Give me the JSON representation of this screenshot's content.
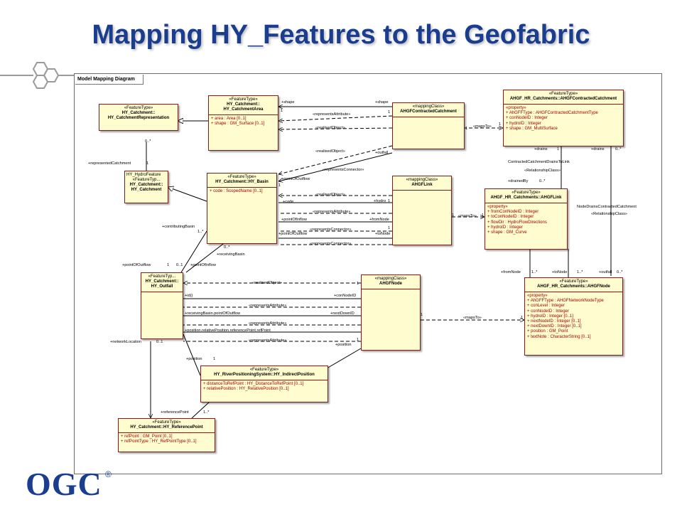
{
  "slide": {
    "title": "Mapping HY_Features to the Geofabric",
    "logo_text": "OGC",
    "registered": "®"
  },
  "diagram": {
    "frame_title": "Model Mapping Diagram",
    "classes": {
      "hy_catchment_representation": {
        "stereotype": "«FeatureType»",
        "name_lines": [
          "HY_Catchment::",
          "HY_CatchmentRepresentation"
        ],
        "attributes": []
      },
      "hy_catchment_area": {
        "stereotype": "«FeatureType»",
        "name_lines": [
          "HY_Catchment::",
          "HY_CatchmentArea"
        ],
        "attributes": [
          "+  area : Area [0..1]",
          "+  shape : GM_Surface [0..1]"
        ]
      },
      "ahgf_contracted_catchment": {
        "stereotype": "«mappingClass»",
        "name_lines": [
          "AHGFContractedCatchment"
        ],
        "attributes": []
      },
      "ahgf_contracted_catchment_type": {
        "stereotype": "«FeatureType»",
        "name_lines": [
          "AHGF_HR_Catchments::AHGFContractedCatchment"
        ],
        "section": "«property»",
        "attributes": [
          "+  AhGFFType : AHGFContractedCatchmentType",
          "+  conNodeID : Integer",
          "+  hydroID : Integer",
          "+  shape : GM_MultiSurface"
        ]
      },
      "hy_hydro_feature": {
        "stereotype": "HY_HydroFeature",
        "name_lines": [
          "«FeatureTyp...",
          "HY_Catchment::",
          "HY_Catchment"
        ],
        "attributes": []
      },
      "hy_basin": {
        "stereotype": "«FeatureType»",
        "name_lines": [
          "HY_Catchment::HY_Basin"
        ],
        "attributes": [
          "+  code : ScopedName [0..1]"
        ]
      },
      "ahgf_link": {
        "stereotype": "«mappingClass»",
        "name_lines": [
          "AHGFLink"
        ],
        "attributes": []
      },
      "ahgf_link_type": {
        "stereotype": "«FeatureType»",
        "name_lines": [
          "AHGF_HR_Catchments::AHGFLink"
        ],
        "section": "«property»",
        "attributes": [
          "+  fromConNodeID : Integer",
          "+  toConNodeID : Integer",
          "+  flowDir : HydroFlowDirections",
          "+  hydroID : Integer",
          "+  shape : GM_Curve"
        ]
      },
      "hy_outfall": {
        "stereotype": "«FeatureTyp...",
        "name_lines": [
          "HY_Catchment::",
          "HY_Outfall"
        ],
        "attributes": []
      },
      "ahgf_node": {
        "stereotype": "«mappingClass»",
        "name_lines": [
          "AHGFNode"
        ],
        "attributes": []
      },
      "ahgf_node_type": {
        "stereotype": "«FeatureType»",
        "name_lines": [
          "AHGF_HR_Catchments::AHGFNode"
        ],
        "section": "«property»",
        "attributes": [
          "+  AhGFFType : AHGFNetworkNodeType",
          "+  conLevel : Integer",
          "+  conNodeID : Integer",
          "+  hydroID : Integer [0..1]",
          "+  nextNodeID : Integer [0..1]",
          "+  nextDownID : Integer [0..1]",
          "+  position : GM_Point",
          "+  textNote : CharacterString [0..1]"
        ]
      },
      "hy_indirect_position": {
        "stereotype": "«FeatureType»",
        "name_lines": [
          "HY_RiverPositioningSystem::HY_IndirectPosition"
        ],
        "attributes": [
          "+  distanceToRefPoint : HY_DistanceToRefPoint [0..1]",
          "+  relativePosition : HY_RelativePosition [0..1]"
        ]
      },
      "hy_reference_point": {
        "stereotype": "«FeatureType»",
        "name_lines": [
          "HY_Catchment::HY_ReferencePoint"
        ],
        "attributes": [
          "+  refPoint : GM_Point [0..1]",
          "+  refPointType : HY_RefPointType [0..1]"
        ]
      }
    },
    "labels": {
      "shape_left": "+shape",
      "shape_right": "+shape",
      "mult_1_a": "1",
      "mult_1_b": "1",
      "represents_attr_1": "«representsAttribute»",
      "realised_object_1": "«realisedObject»",
      "mult_0n_1": "0..*",
      "represented_catchment": "+representedCatchment",
      "mult_1_c": "1",
      "mult_1_d": "1",
      "maps_to_1": "«mapsTo»",
      "mult_1_e": "1",
      "drains_1": "+drains",
      "mult_1_f": "1",
      "drains_2": "+drains",
      "mult_0n_2": "0..*",
      "contracted_drains": "ContractedCatchmentDrainsToLink",
      "relationship_class_1": "«RelationshipClass»",
      "realised_object_2": "«realisedObject»",
      "outfall_1": "+outfall",
      "represents_connector_1": "«representsConnector»",
      "point_of_outflow_1": "+pointOfOutflow",
      "mult_1_g": "1",
      "realised_object_3": "«realisedObject»",
      "code": "+code",
      "hydro": "+hydro",
      "mult_1_h": "1",
      "drained_by": "+drainedBy",
      "mult_0n_3": "0..*",
      "represents_attr_2": "«representsAttribute»",
      "point_of_inflow_1": "+pointOfInflow",
      "from_node": "+fromNode",
      "mult_1_i": "1",
      "maps_to_2": "«mapsTo»",
      "mult_1_j": "1",
      "node_drains": "NodeDrainsContractedCatchment",
      "relationship_class_2": "«RelationshipClass»",
      "represents_connector_2": "«representsConnector»",
      "point_of_outflow_2": "+pointOfOutflow",
      "to_node": "+toNode",
      "mult_1_k": "1",
      "represents_connector_3": "«representsConnector»",
      "contributing_basin": "+contributingBasin",
      "mult_1n_1": "1..*",
      "mult_0n_4": "0..*",
      "receiving_basin": "+receivingBasin",
      "point_of_outflow_3": "+pointOfOutflow",
      "mult_1_l": "1",
      "mult_0_1": "0..1",
      "point_of_inflow_2": "+pointOfInflow",
      "realised_object_4": "«realisedObject»",
      "mult_1_m": "1",
      "from_node_2": "+fromNode",
      "mult_1n_2": "1..*",
      "to_node_2": "+toNode",
      "mult_1n_3": "1..*",
      "outfall_2": "+outfall",
      "mult_0n_5": "0..*",
      "id": "+id()",
      "con_node_id": "+conNodeID",
      "represents_attr_3": "«representsAttribute»",
      "receiving_basin_pof": "+receivingBasin.pointOfOutflow",
      "next_down_id": "+nextDownID",
      "mult_1_n": "1",
      "maps_to_3": "«mapsTo»",
      "mult_1_o": "1",
      "represents_attr_4": "«representsAttribute»",
      "position_ref": "+position.relativePosition.referencePoint.refPoint",
      "represents_attr_5": "«representsAttribute»",
      "network_location": "+networkLocation",
      "mult_0_1_b": "0..1",
      "mult_1_p": "1",
      "position": "+position",
      "position_2": "+position",
      "mult_1_q": "1",
      "reference_point": "+referencePoint",
      "mult_1n_4": "1..*"
    }
  }
}
